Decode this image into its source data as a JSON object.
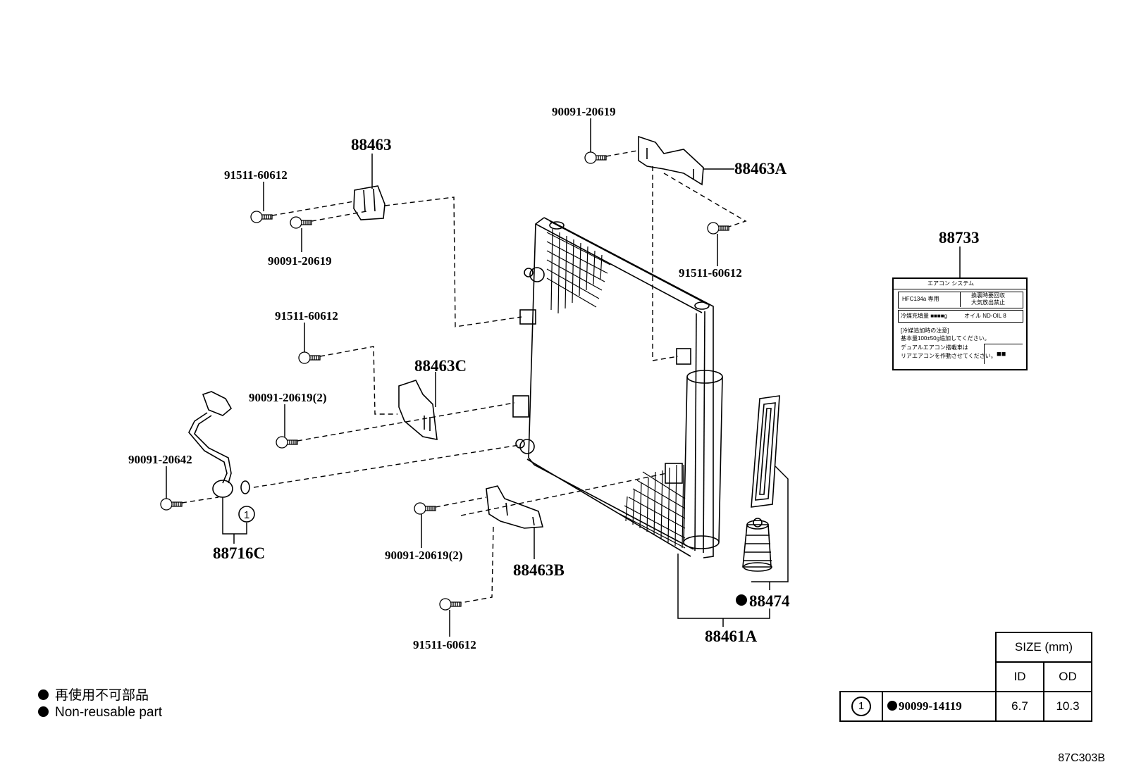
{
  "parts": {
    "p_88463": "88463",
    "p_88463A": "88463A",
    "p_88463B": "88463B",
    "p_88463C": "88463C",
    "p_88733": "88733",
    "p_88716C": "88716C",
    "p_88474": "88474",
    "p_88461A": "88461A",
    "bolt_a_top": "91511-60612",
    "bolt_b_top": "90091-20619",
    "bolt_top_right": "90091-20619",
    "bolt_right": "91511-60612",
    "bolt_mid": "91511-60612",
    "bolt_c_2": "90091-20619(2)",
    "bolt_sensor": "90091-20642",
    "bolt_b_2": "90091-20619(2)",
    "bolt_bottom": "91511-60612"
  },
  "label_88733": {
    "header": "エアコン システム",
    "refrigerant": "HFC134a 専用",
    "cell_right_1": "換裏時要回収",
    "cell_right_2": "大気放出禁止",
    "charge_amount": "冷媒充填量 ■■■■g",
    "oil": "オイル ND-OIL 8",
    "note_1": "[冷媒追加時の注意]",
    "note_2": "基本量100±50g追加してください。",
    "note_3": "デュアルエアコン搭載車は",
    "note_4": "リアエアコンを作動させてください。",
    "box": "■■"
  },
  "legend": {
    "line_ja": "再使用不可部品",
    "line_en": "Non-reusable part"
  },
  "size_table": {
    "header": "SIZE (mm)",
    "col_id": "ID",
    "col_od": "OD",
    "row_ref": "1",
    "row_part": "90099-14119",
    "row_id": "6.7",
    "row_od": "10.3"
  },
  "figure_code": "87C303B"
}
